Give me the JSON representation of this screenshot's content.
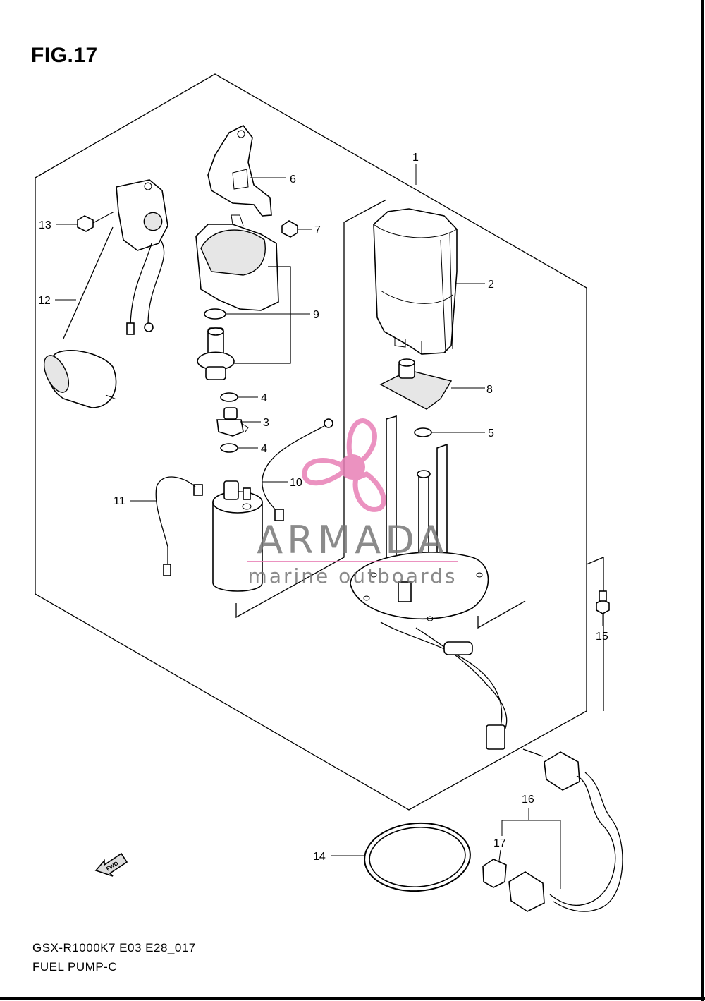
{
  "figure": {
    "title": "FIG.17"
  },
  "footer": {
    "model_code": "GSX-R1000K7 E03 E28_017",
    "diagram_name": "FUEL PUMP-C"
  },
  "callouts": [
    "1",
    "2",
    "3",
    "4",
    "4",
    "5",
    "6",
    "7",
    "8",
    "9",
    "10",
    "11",
    "12",
    "13",
    "14",
    "15",
    "16",
    "17"
  ],
  "fwd_label": "FWD",
  "watermark": {
    "brand": "ARMADA",
    "tagline": "marine outboards",
    "color": "#e87fb6"
  }
}
